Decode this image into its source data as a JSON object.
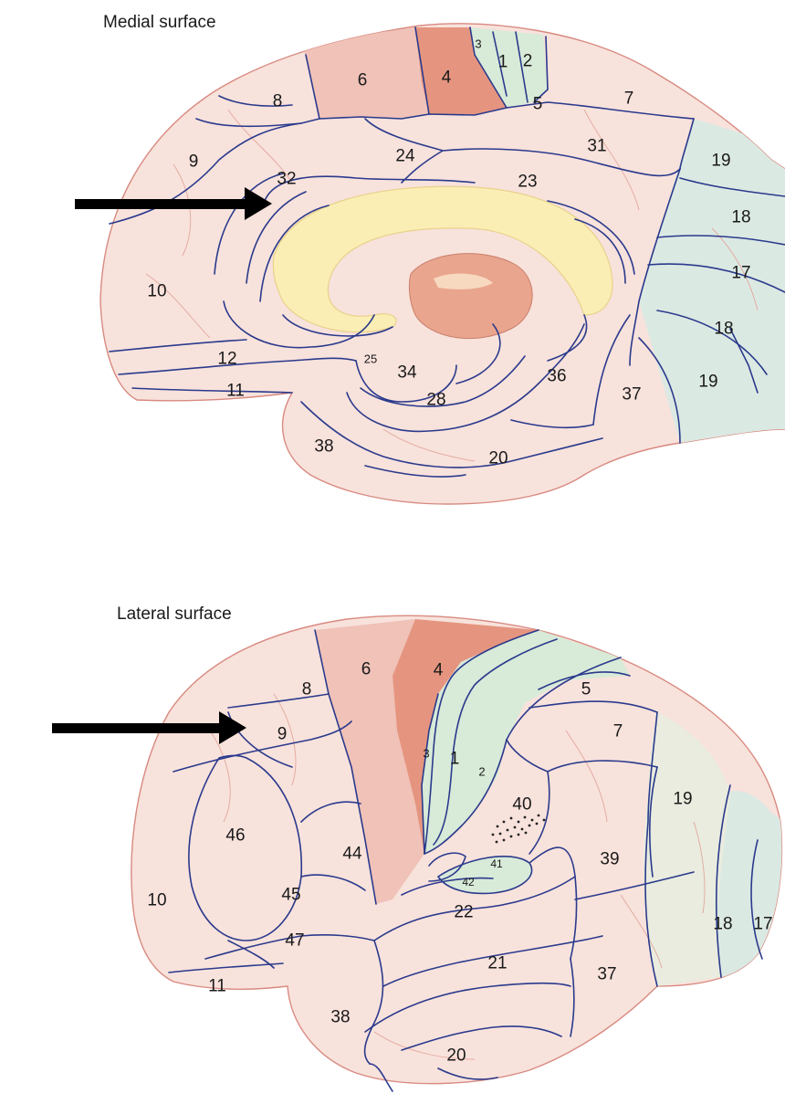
{
  "panels": {
    "medial": {
      "title": "Medial surface",
      "areas": [
        "3",
        "1",
        "2",
        "6",
        "4",
        "8",
        "5",
        "7",
        "9",
        "24",
        "31",
        "32",
        "19",
        "23",
        "18",
        "17",
        "10",
        "18",
        "25",
        "34",
        "36",
        "19",
        "12",
        "11",
        "28",
        "37",
        "38",
        "20"
      ]
    },
    "lateral": {
      "title": "Lateral surface",
      "areas": [
        "6",
        "4",
        "8",
        "5",
        "9",
        "7",
        "3",
        "1",
        "2",
        "40",
        "19",
        "46",
        "44",
        "41",
        "39",
        "42",
        "45",
        "10",
        "22",
        "47",
        "18",
        "17",
        "21",
        "37",
        "11",
        "38",
        "20"
      ]
    }
  },
  "colors": {
    "cortex": "#f8e2dc",
    "motor": "#e5957f",
    "premotor": "#f0c2b8",
    "sensory": "#d8ead8",
    "visual": "#dbe9e3",
    "corpus": "#faeeb5",
    "boundary": "#2a3a8c",
    "arrow": "#000000"
  },
  "arrows": [
    {
      "panel": "medial",
      "points_to": "32"
    },
    {
      "panel": "lateral",
      "points_to": "9"
    }
  ]
}
